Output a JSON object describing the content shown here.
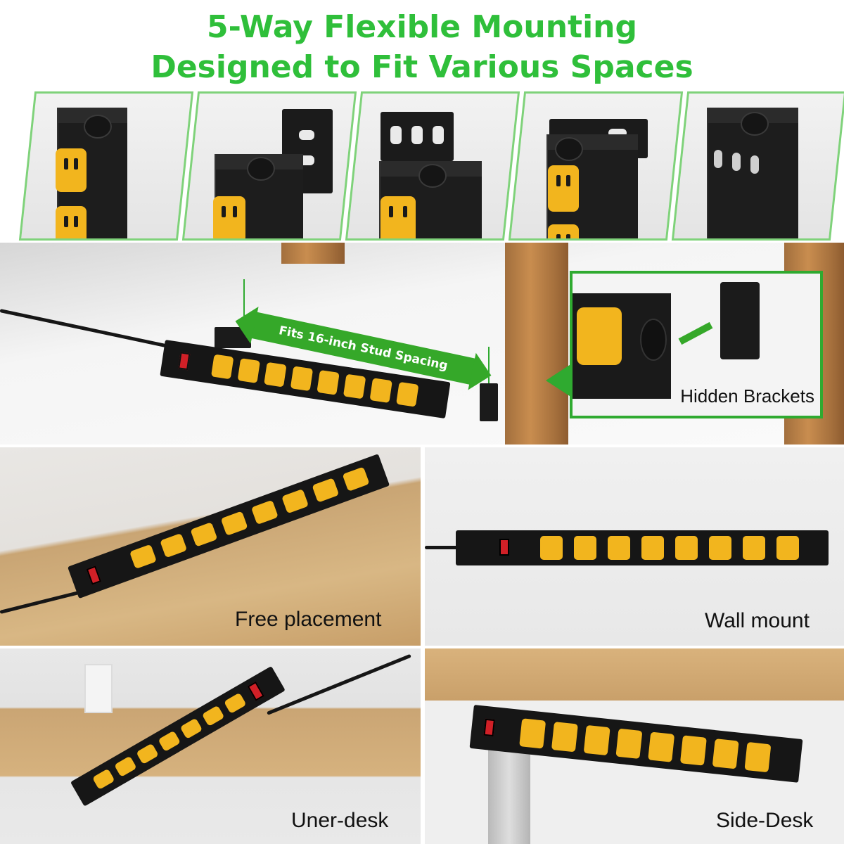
{
  "headline": {
    "line1": "5-Way Flexible Mounting",
    "line2": "Designed to Fit Various Spaces"
  },
  "stud_banner": {
    "label": "Fits 16-inch Stud Spacing"
  },
  "inset": {
    "label": "Hidden Brackets"
  },
  "panels": {
    "free_placement": "Free placement",
    "wall_mount": "Wall mount",
    "under_desk": "Uner-desk",
    "side_desk": "Side-Desk"
  },
  "colors": {
    "headline_green": "#2fbf3a",
    "arrow_green": "#35a829",
    "outlet_yellow": "#f2b51e",
    "strip_black": "#161616",
    "switch_red": "#d12027"
  },
  "mount_options": [
    "end-cap-knob-icon",
    "l-bracket-side-icon",
    "l-bracket-top-icon",
    "u-bracket-icon",
    "hidden-slot-icon"
  ]
}
